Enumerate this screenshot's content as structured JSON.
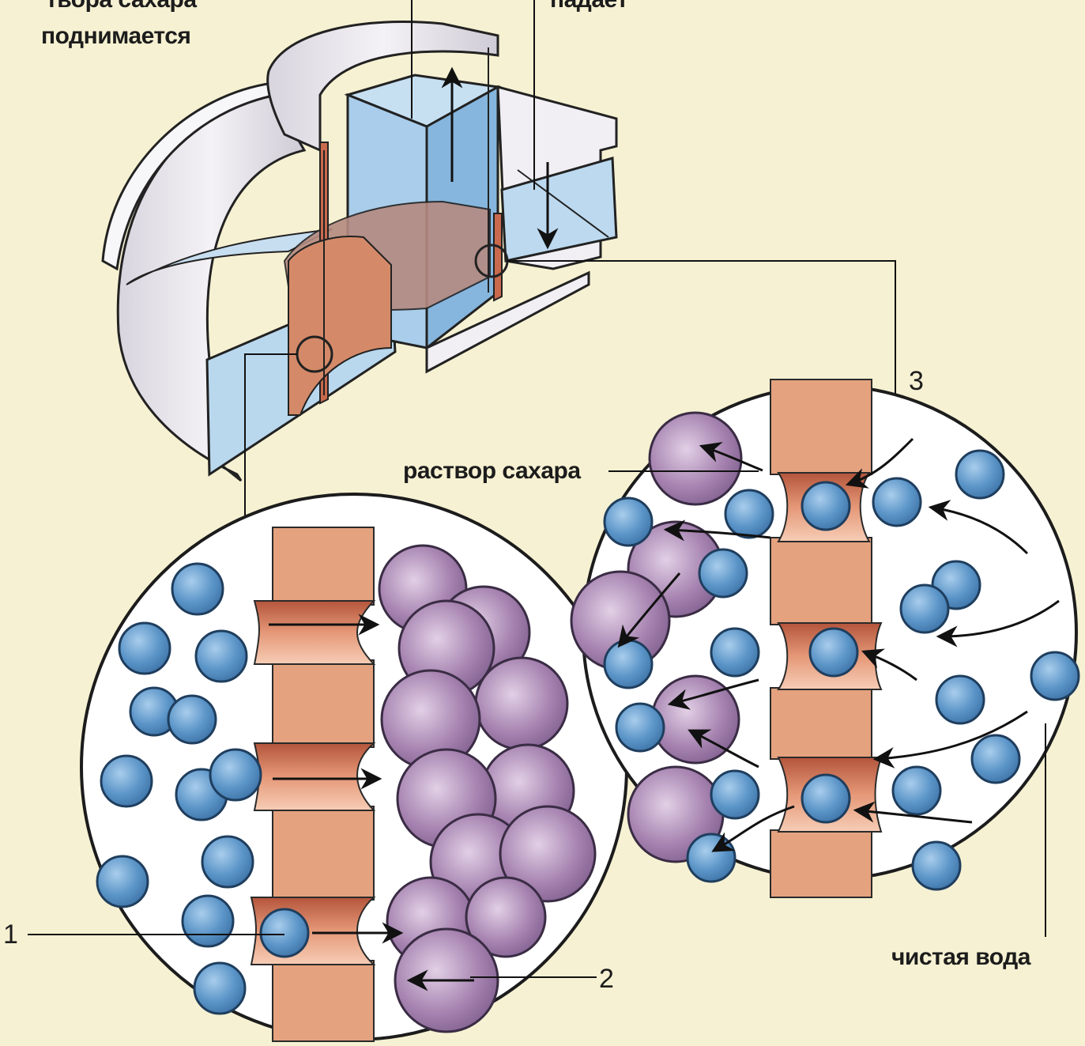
{
  "labels": {
    "top_left_line1": "твора сахара",
    "top_left_line2": "поднимается",
    "top_right": "падает",
    "sugar_solution": "раствор сахара",
    "pure_water": "чистая вода",
    "num_1": "1",
    "num_2": "2",
    "num_3": "3"
  },
  "colors": {
    "background": "#f6f1d2",
    "water_molecule": "#5b95c8",
    "sugar_molecule": "#a480ae",
    "membrane": "#e4a27f",
    "membrane_pore": "#c96a4e",
    "solution": "#b9d8ee",
    "vessel": "#eceaf0"
  }
}
